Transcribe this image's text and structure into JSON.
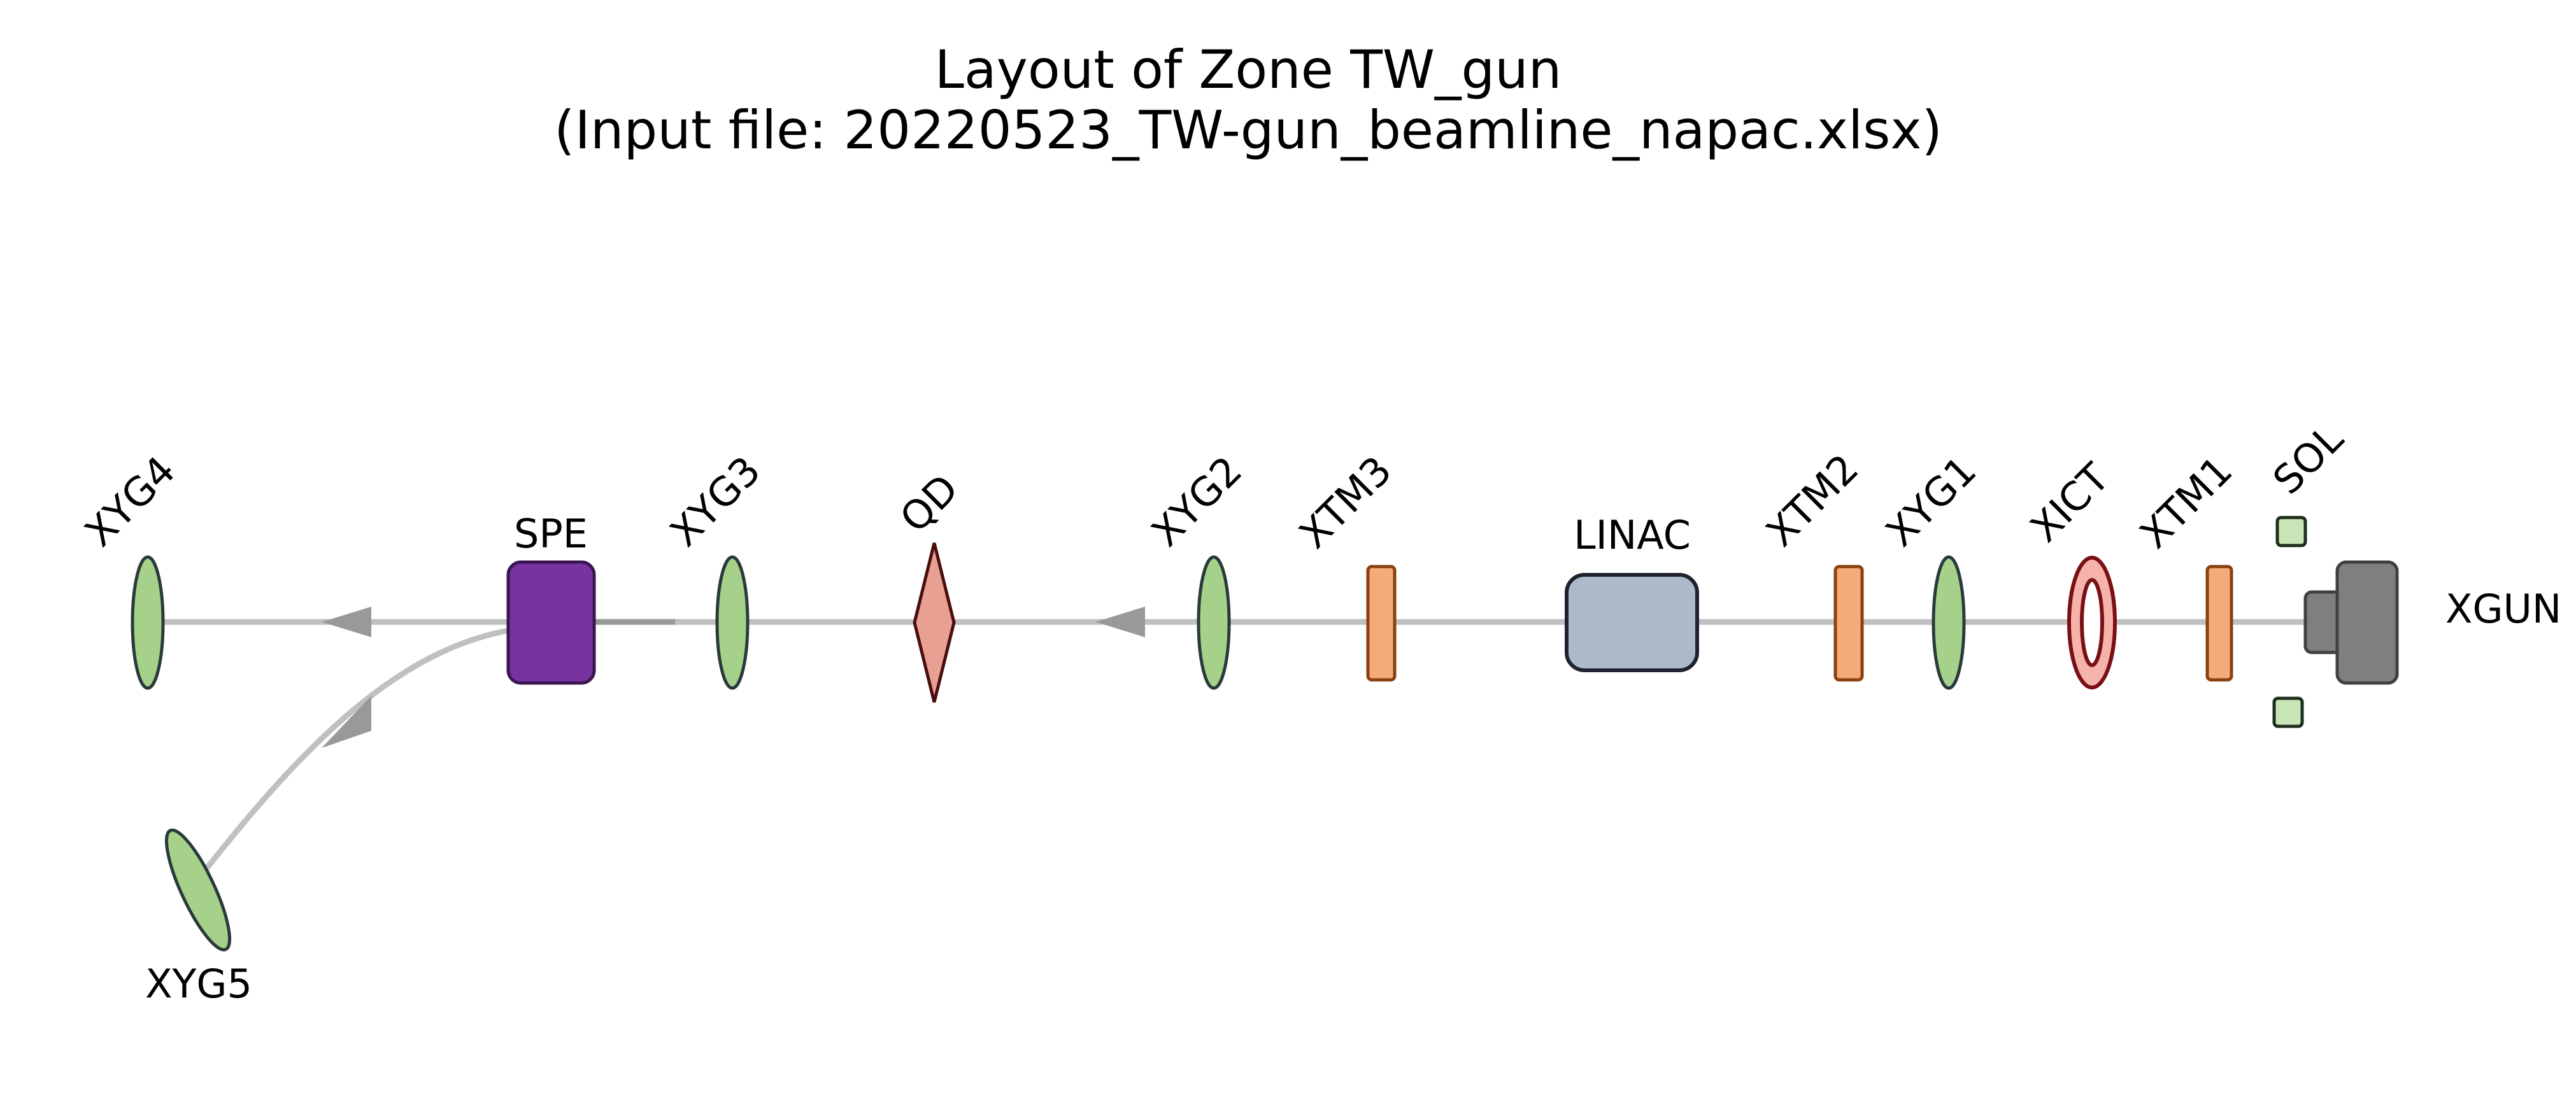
{
  "title": {
    "line1": "Layout of Zone TW_gun",
    "line2": "(Input file: 20220523_TW-gun_beamline_napac.xlsx)"
  },
  "elements": [
    {
      "id": "xgun",
      "label": "XGUN",
      "kind": "electron gun"
    },
    {
      "id": "sol",
      "label": "SOL",
      "kind": "solenoid"
    },
    {
      "id": "xtm1",
      "label": "XTM1",
      "kind": "trim magnet"
    },
    {
      "id": "xict",
      "label": "XICT",
      "kind": "current transformer"
    },
    {
      "id": "xyg1",
      "label": "XYG1",
      "kind": "screen"
    },
    {
      "id": "xtm2",
      "label": "XTM2",
      "kind": "trim magnet"
    },
    {
      "id": "linac",
      "label": "LINAC",
      "kind": "accelerating structure"
    },
    {
      "id": "xtm3",
      "label": "XTM3",
      "kind": "trim magnet"
    },
    {
      "id": "xyg2",
      "label": "XYG2",
      "kind": "screen"
    },
    {
      "id": "qd",
      "label": "QD",
      "kind": "quadrupole"
    },
    {
      "id": "xyg3",
      "label": "XYG3",
      "kind": "screen"
    },
    {
      "id": "spe",
      "label": "SPE",
      "kind": "spectrometer dipole"
    },
    {
      "id": "xyg4",
      "label": "XYG4",
      "kind": "screen"
    },
    {
      "id": "xyg5",
      "label": "XYG5",
      "kind": "screen"
    }
  ],
  "colors": {
    "beamline": "#c0c0c0",
    "arrow": "#999999",
    "screen": "#a6d18b",
    "trim_magnet": "#f4ab78",
    "quadrupole": "#e8a093",
    "ict": "#f6b3ab",
    "linac": "#adb8c9",
    "dipole": "#7733a0",
    "gun": "#7f7f7f",
    "solenoid": "#c9e5b5",
    "outline": "#2a3a3a"
  }
}
